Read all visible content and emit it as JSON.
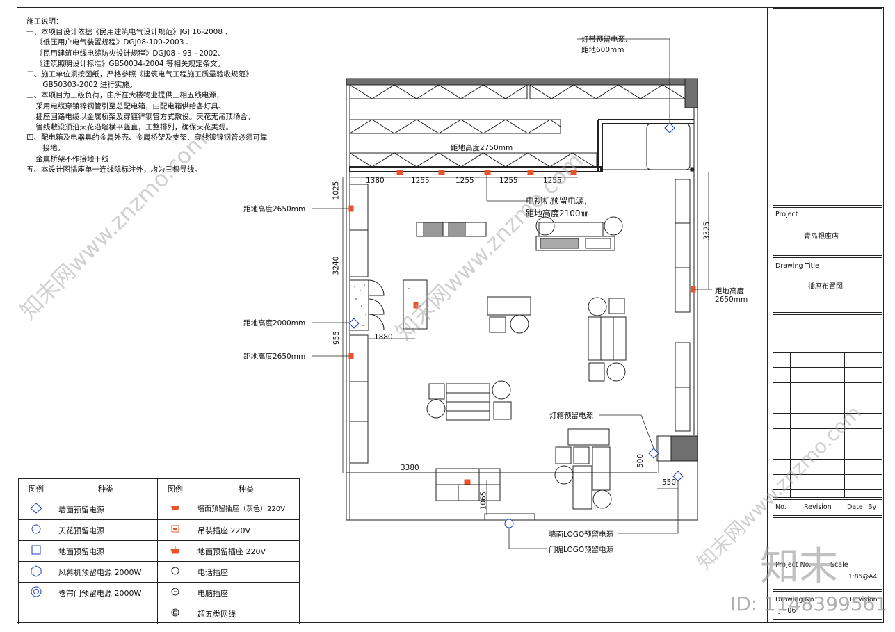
{
  "notes": {
    "title": "施工说明：",
    "lines": [
      "一、本项目设计依据《民用建筑电气设计规范》JGJ 16-2008 、",
      "    《低压用户电气装置规程》DGJ08-100-2003 、",
      "    《民用建筑电线电缆防火设计规程》DGJ08 - 93 - 2002、",
      "    《建筑照明设计标准》GB50034-2004 等相关规定条文。",
      "二、施工单位须按图纸，严格参照《建筑电气工程施工质量验收规范》",
      "       GB50303-2002 进行实施。",
      "三、本项目为三级负荷，由所在大楼物业提供三相五线电源，",
      "    采用电缆穿镀锌钢管引至总配电箱，由配电箱供给各灯具、",
      "    插座回路电缆以金属桥架及穿镀锌钢管方式敷设。天花无吊顶场合，",
      "    管线敷设须沿天花沿墙横平竖直，工整排列，确保天花美观。",
      "四、配电箱及电器具的金属外壳、金属桥架及支架、穿线镀锌钢管必须可靠",
      "       接地。",
      "    金属桥架不作接地干线",
      "五、本设计图插座单一连线除标注外，均为三根导线。"
    ]
  },
  "plan_labels": {
    "light_strip": "灯带预留电源,",
    "light_strip_h": "距地600mm",
    "height_2750": "距地高度2750mm",
    "tv_power": "电视机预留电源,",
    "tv_height": "距地高度2100㎜",
    "left_2650_a": "距地高度2650mm",
    "left_2000": "距地高度2000mm",
    "left_2650_b": "距地高度2650mm",
    "right_2650": "距地高度",
    "right_2650_b": "2650mm",
    "lightbox_power": "灯箱预留电源",
    "wall_logo": "墙面LOGO预留电源",
    "door_logo": "门楣LOGO预留电源"
  },
  "dims": {
    "d1380": "1380",
    "d1255a": "1255",
    "d1255b": "1255",
    "d1255c": "1255",
    "d1255d": "1255",
    "d1025": "1025",
    "d3240": "3240",
    "d955": "955",
    "d1880": "1880",
    "d3380": "3380",
    "d1065": "1065",
    "d3325": "3325",
    "d500": "500",
    "d550": "550"
  },
  "legend": {
    "h_icon": "图例",
    "h_type": "种类",
    "h_icon2": "图例",
    "h_type2": "种类",
    "rows": [
      {
        "left": "墙面预留电源",
        "right": "墙面预留插座（灰色）220V"
      },
      {
        "left": "天花预留电源",
        "right": "吊装插座  220V"
      },
      {
        "left": "地面预留电源",
        "right": "地面预留插座  220V"
      },
      {
        "left": "风幕机预留电源  2000W",
        "right": "电话插座"
      },
      {
        "left": "卷帘门预留电源  2000W",
        "right": "电脑插座"
      },
      {
        "left": "",
        "right": "超五类网线"
      }
    ]
  },
  "title_block": {
    "project_label": "Project",
    "project_name": "青岛银座店",
    "drawing_title_label": "Drawing Title",
    "drawing_title": "插座布置图",
    "rev_no": "No.",
    "rev_revision": "Revision",
    "rev_date": "Date",
    "rev_by": "By",
    "project_no": "Project No.",
    "scale_label": "Scale",
    "scale": "1:85@A4",
    "drawing_no": "Drawing No.",
    "drawing_no_val": "J - 06",
    "revision": "Revision"
  },
  "watermark": {
    "id": "ID: 1148399561",
    "logo": "知末",
    "site": "知末网www.znzmo.com"
  },
  "colors": {
    "line": "#222222",
    "outlet": "#e8532a",
    "symbol": "#1f3fbf",
    "wall": "#6f6f6f",
    "watermark": "#aaaaaa"
  }
}
